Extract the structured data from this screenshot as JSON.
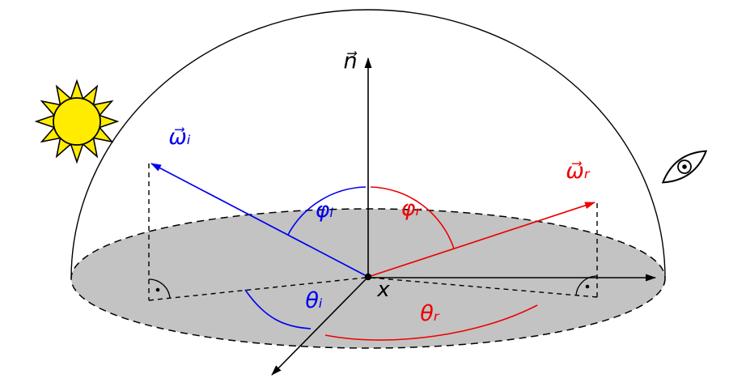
{
  "figure": {
    "labels": {
      "normal": "n⃗",
      "omega_i": "ω⃗ᵢ",
      "omega_r": "ω⃗ᵣ",
      "phi_i": "φᵢ",
      "phi_r": "φᵣ",
      "theta_i": "θᵢ",
      "theta_r": "θᵣ",
      "point": "x"
    },
    "colors": {
      "incident": "#0000ee",
      "reflected": "#ee0000",
      "surface_fill": "#c3c3c3",
      "sun_fill": "#ffec00",
      "stroke": "#000000"
    },
    "icons": {
      "sun": "sun-icon",
      "eye": "eye-icon"
    }
  }
}
